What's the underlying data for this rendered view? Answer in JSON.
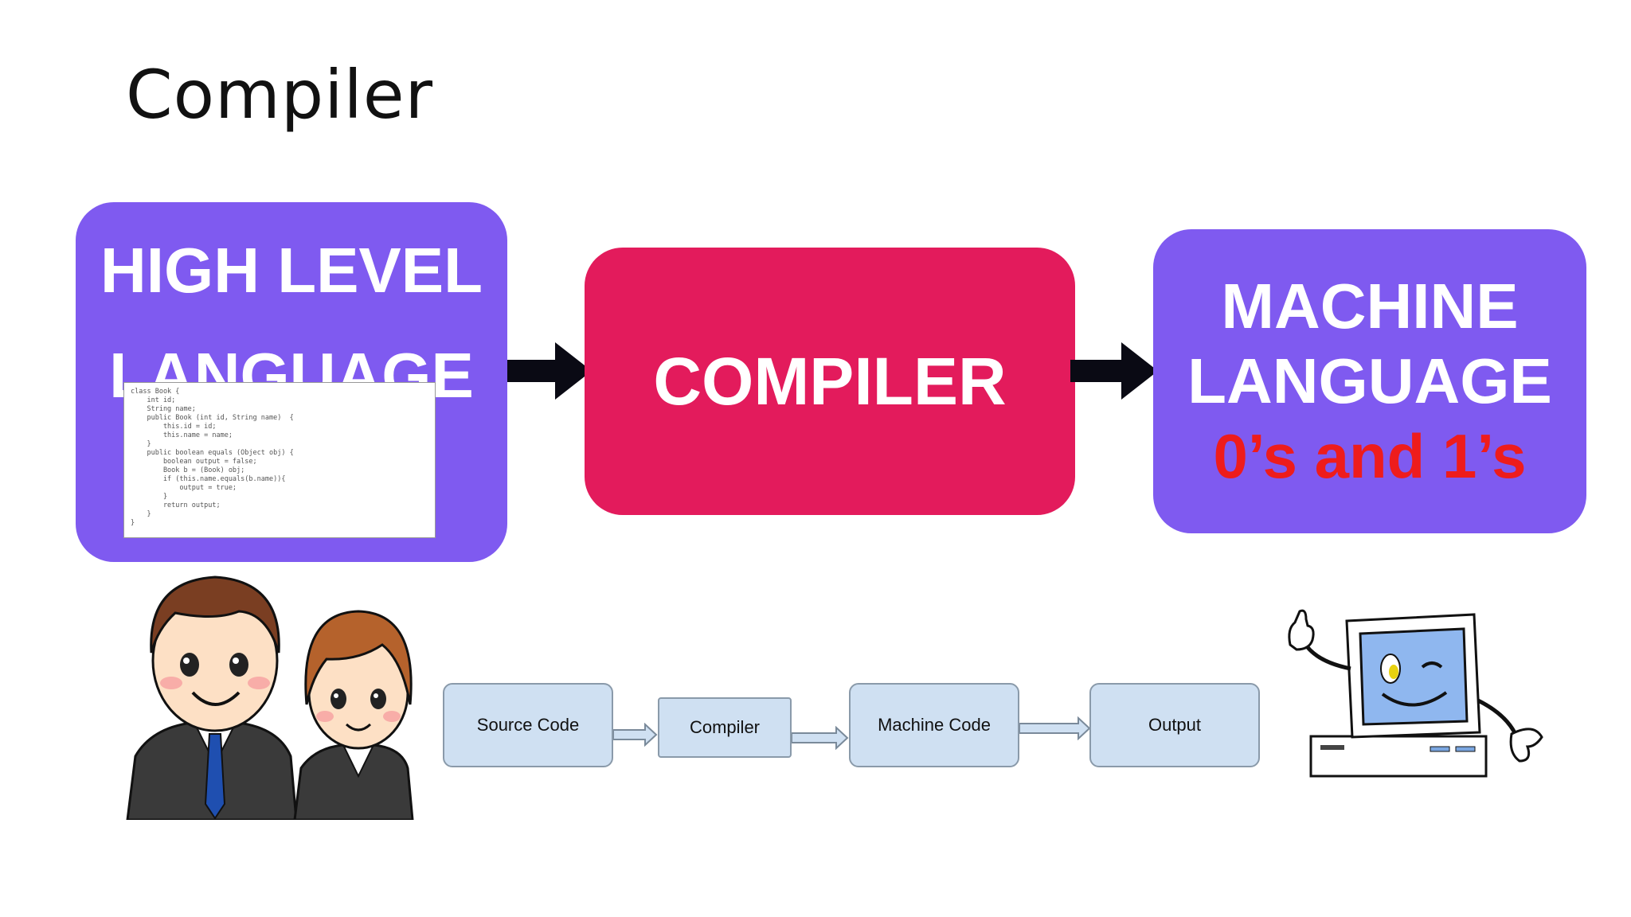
{
  "slide": {
    "title": "Compiler"
  },
  "diagram": {
    "high_level": {
      "line1": "HIGH LEVEL",
      "line2": "LANGUAGE"
    },
    "code_snippet": "class Book {\n    int id;\n    String name;\n    public Book (int id, String name)  {\n        this.id = id;\n        this.name = name;\n    }\n    public boolean equals (Object obj) {\n        boolean output = false;\n        Book b = (Book) obj;\n        if (this.name.equals(b.name)){\n            output = true;\n        }\n        return output;\n    }\n}",
    "compiler": {
      "label": "COMPILER"
    },
    "machine": {
      "line1": "MACHINE",
      "line2": "LANGUAGE",
      "sub": "0’s and 1’s"
    }
  },
  "flow": {
    "source": "Source Code",
    "compiler": "Compiler",
    "machine_code": "Machine Code",
    "output": "Output"
  },
  "colors": {
    "purple": "#7f5af0",
    "pink": "#e31b5c",
    "red_text": "#ee1c1c",
    "flow_fill": "#cfe0f2"
  }
}
